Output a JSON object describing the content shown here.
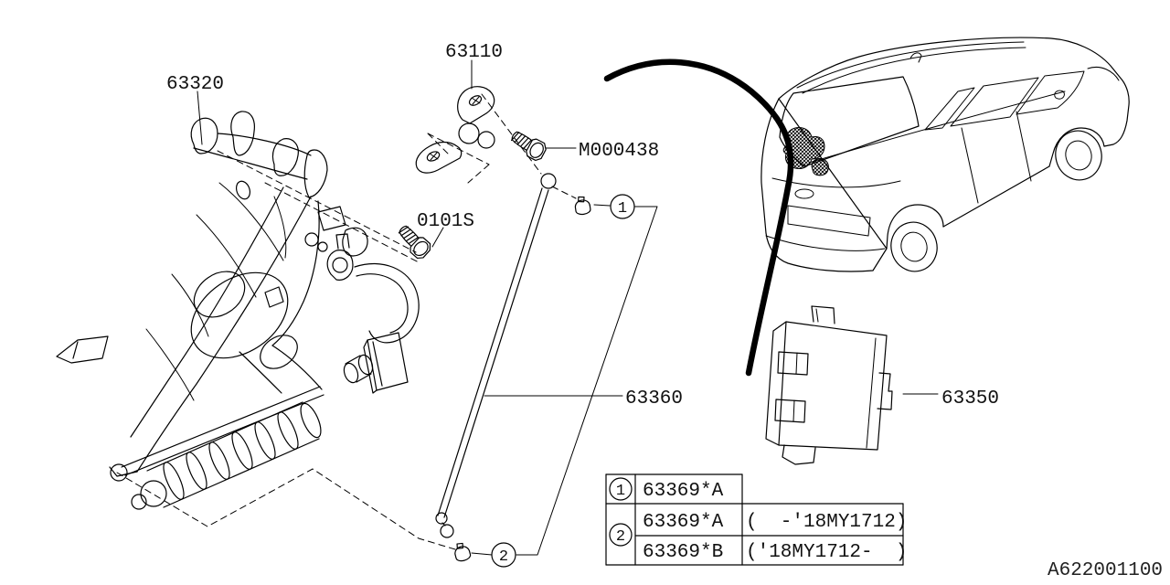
{
  "diagram": {
    "code": "A622001100",
    "labels": {
      "assembly": "63320",
      "bracket": "63110",
      "flange_bolt": "M000438",
      "screw": "0101S",
      "stay": "63360",
      "control_unit": "63350"
    },
    "callouts": {
      "one": "1",
      "two": "2"
    },
    "table": {
      "row1_ref": "1",
      "row1_part": "63369*A",
      "row2_ref": "2",
      "row2_part": "63369*A",
      "row2_range": "(  -'18MY1712)",
      "row3_part": "63369*B",
      "row3_range": "('18MY1712-  )"
    },
    "colors": {
      "ink": "#000000",
      "background": "#ffffff"
    }
  }
}
